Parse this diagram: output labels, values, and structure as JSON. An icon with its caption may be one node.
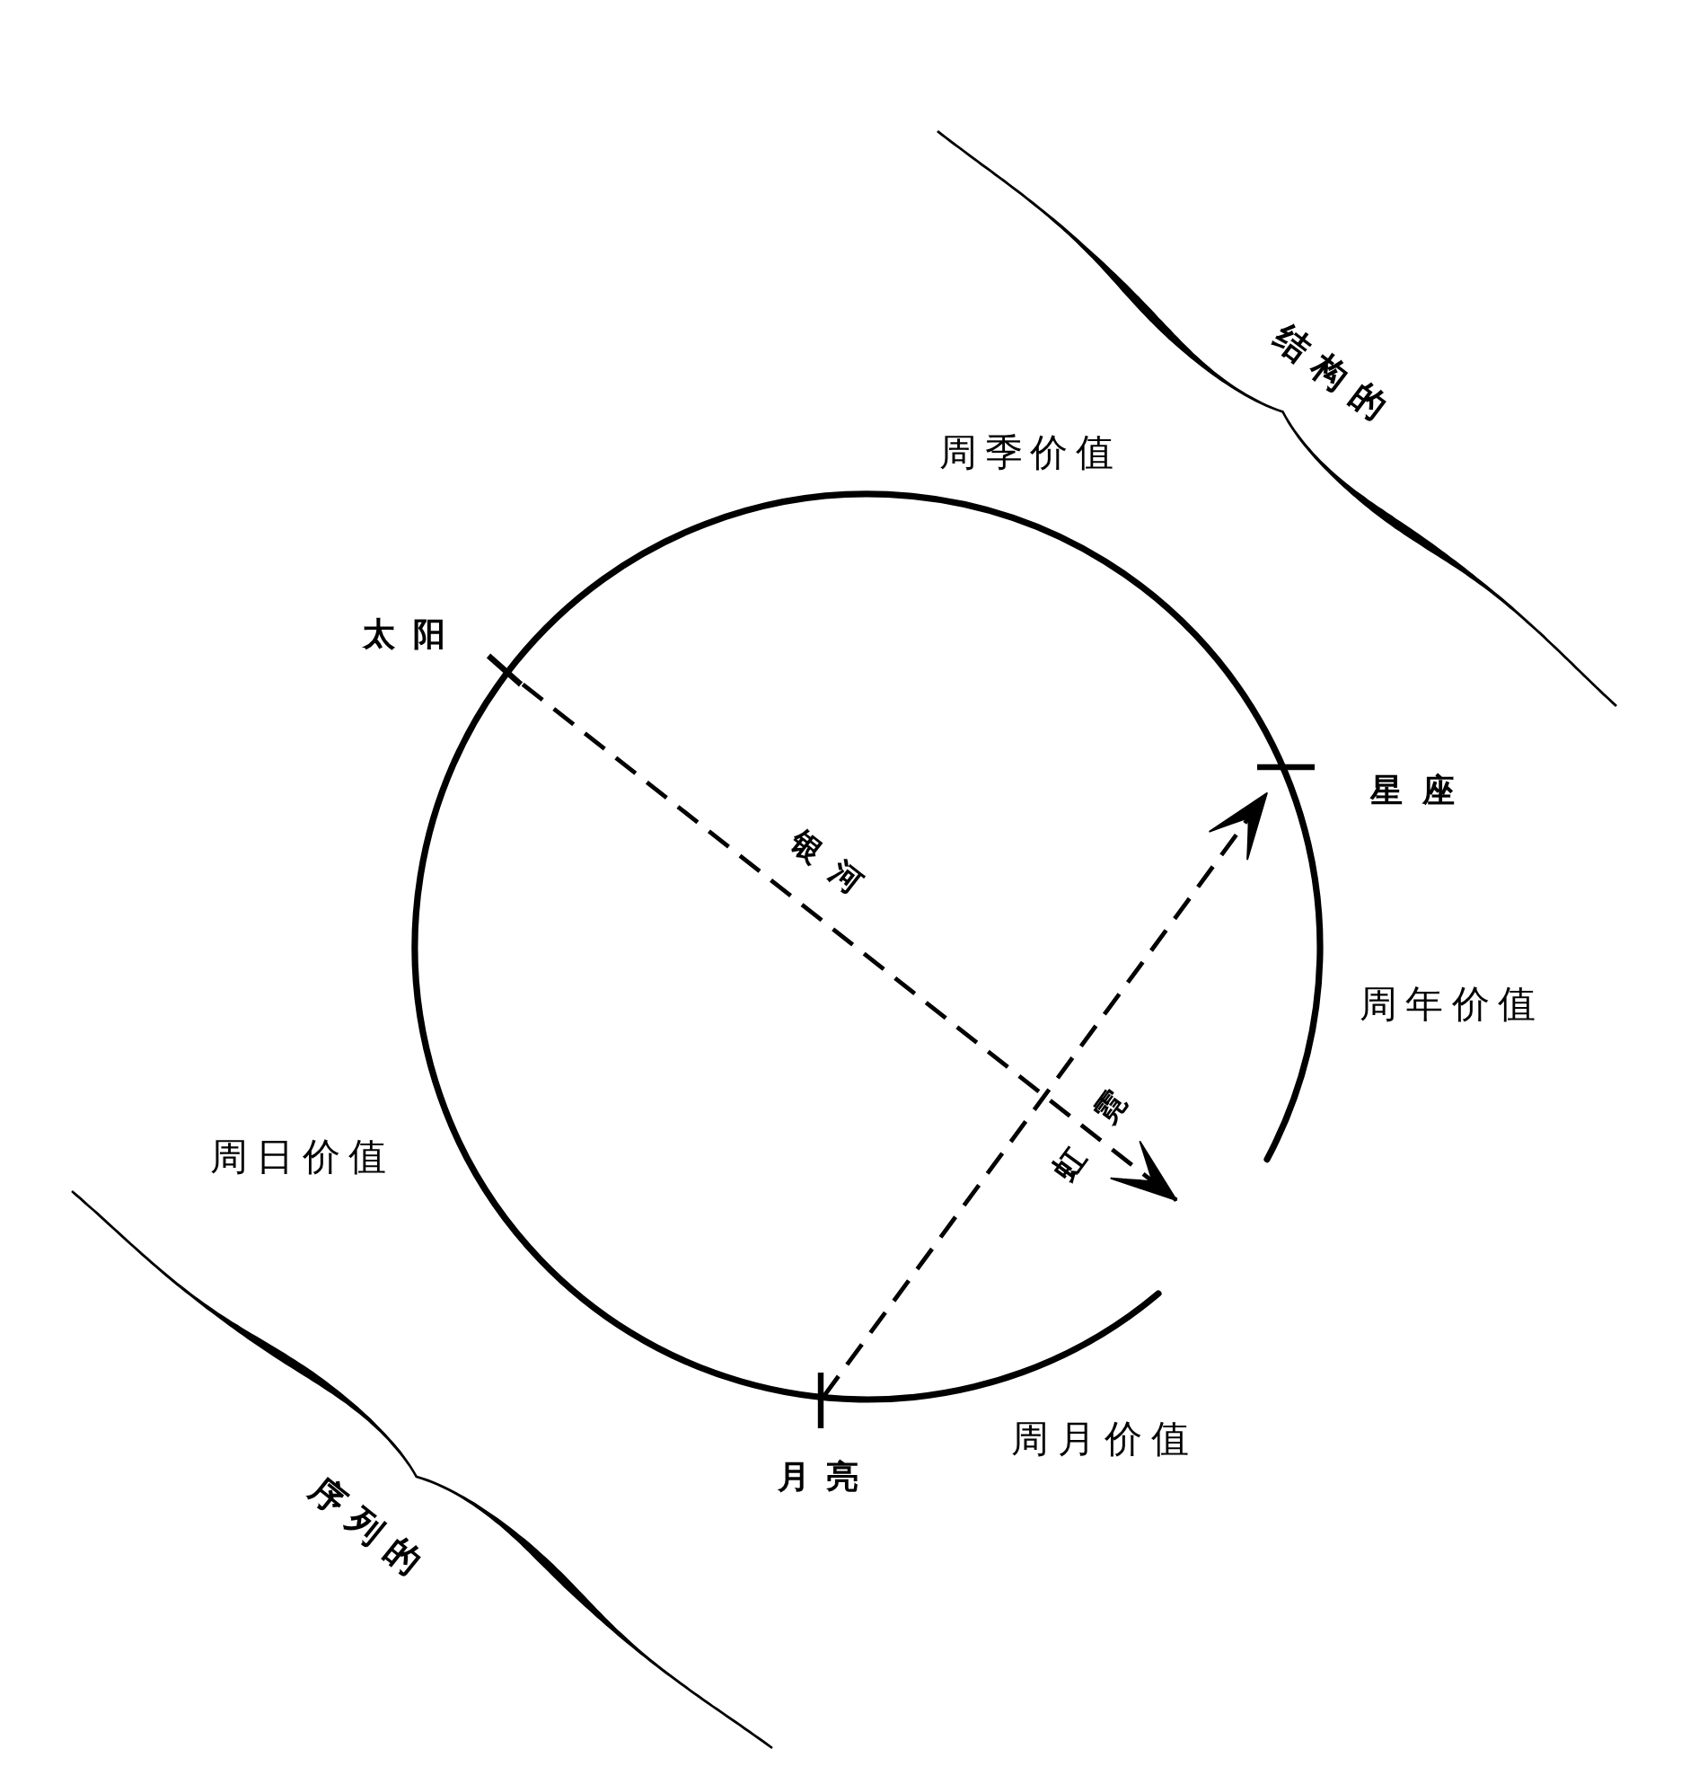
{
  "diagram": {
    "nodes": [
      {
        "text": [],
        "shape": "tick",
        "beside": [
          "太阳"
        ]
      },
      {
        "text": [],
        "shape": "tick",
        "beside": [
          "星座"
        ]
      },
      {
        "text": [],
        "shape": "tick",
        "beside": [
          "月亮"
        ]
      }
    ],
    "edges": [
      {
        "from": 0,
        "to": null,
        "arrow": "to",
        "style": "dashed",
        "label": "银河"
      },
      {
        "from": 2,
        "to": 1,
        "arrow": "to",
        "style": "dashed",
        "label": "虹霓"
      }
    ],
    "labels": [
      "结构的",
      "周季价值",
      "周年价值",
      "周日价值",
      "周月价值",
      "序列的"
    ]
  }
}
